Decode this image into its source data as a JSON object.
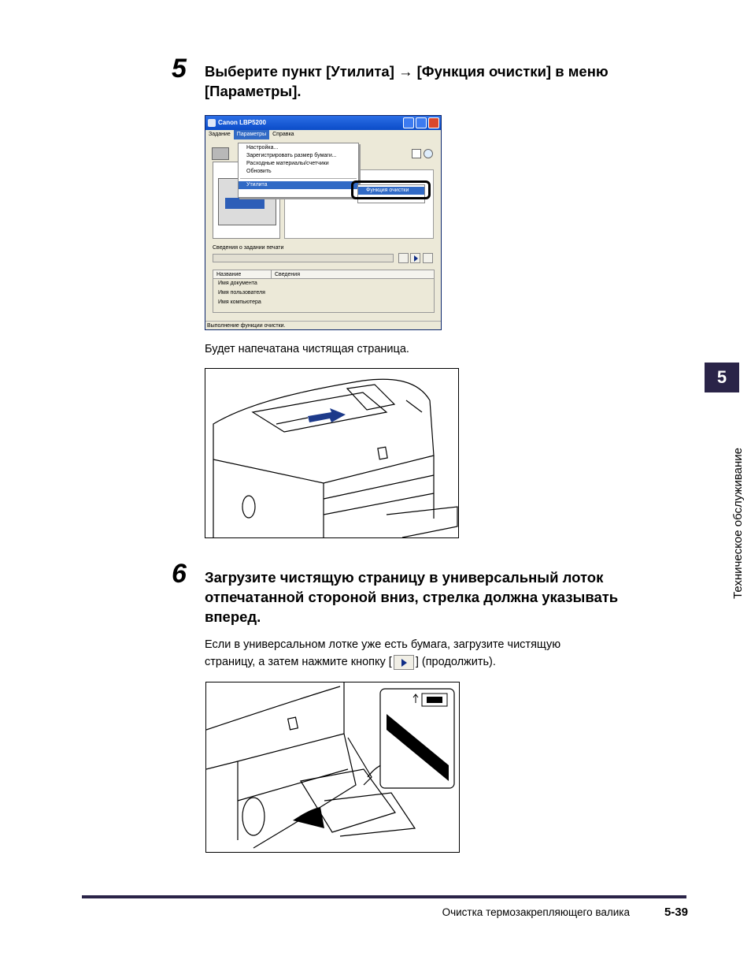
{
  "step5": {
    "number": "5",
    "title_line1": "Выберите пункт [Утилита] → [Функция очистки] в меню",
    "title_line2": "[Параметры].",
    "note": "Будет напечатана чистящая страница."
  },
  "window": {
    "title": "Canon LBP5200",
    "menus": [
      "Задание",
      "Параметры",
      "Справка"
    ],
    "dropdown": [
      "Настройка...",
      "Зарегистрировать размер бумаги...",
      "Расходные материалы/счетчики",
      "Обновить",
      "Утилита"
    ],
    "submenu_selected": "Функция очистки",
    "job_info_label": "Сведения о задании печати",
    "table_headers": [
      "Название",
      "Сведения"
    ],
    "table_rows": [
      "Имя документа",
      "Имя пользователя",
      "Имя компьютера"
    ],
    "status_text": "Выполнение функции очистки."
  },
  "step6": {
    "number": "6",
    "title_line1": "Загрузите чистящую страницу в универсальный лоток",
    "title_line2": "отпечатанной стороной вниз, стрелка должна указывать",
    "title_line3": "вперед.",
    "body_line1": "Если в универсальном лотке уже есть бумага, загрузите чистящую",
    "body_line2_a": "страницу, а затем нажмите кнопку [",
    "body_line2_b": "] (продолжить)."
  },
  "side_tab": {
    "number": "5",
    "label": "Техническое обслуживание"
  },
  "footer": {
    "title": "Очистка термозакрепляющего валика",
    "page": "5-39"
  },
  "colors": {
    "accent": "#2a2448",
    "xp_title": "#0b4cc8",
    "menu_highlight": "#316ac5"
  }
}
